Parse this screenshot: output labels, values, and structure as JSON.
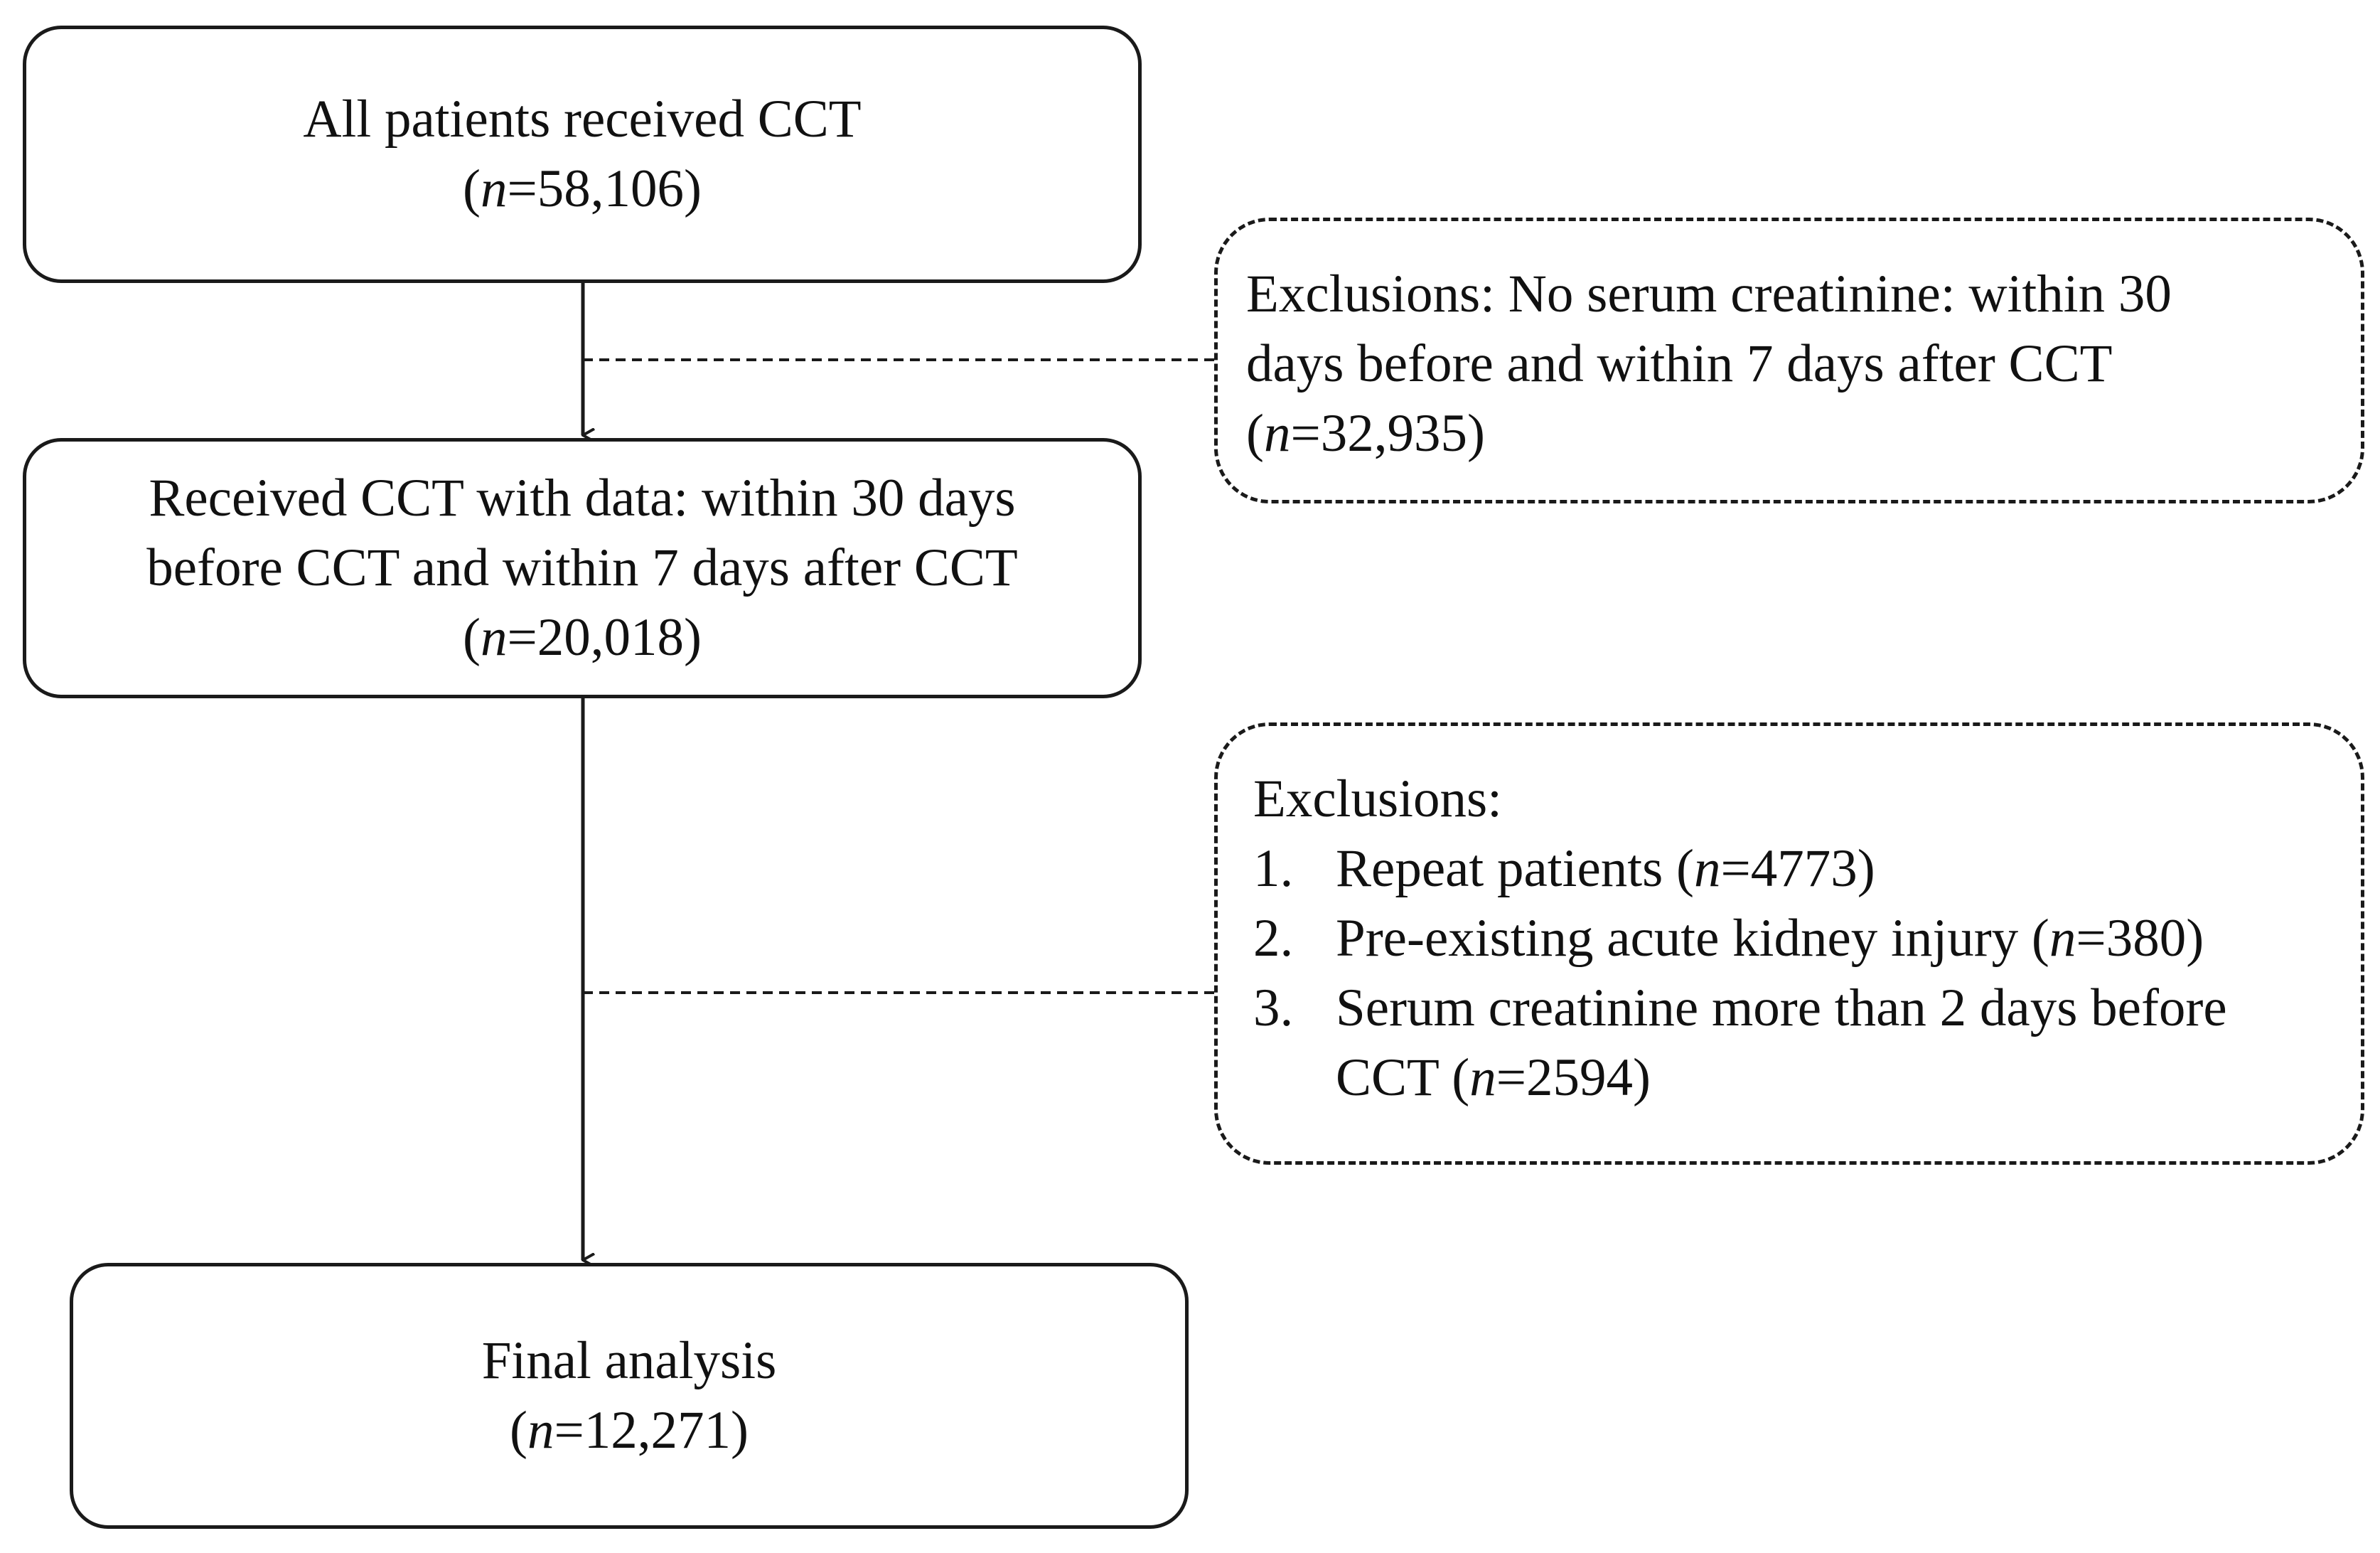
{
  "flow": {
    "all_patients": {
      "label": "All patients received CCT",
      "n_prefix": "(",
      "n_var": "n",
      "n_value": "=58,106)"
    },
    "exclusion_1": {
      "lines": [
        "Exclusions: No serum creatinine: within 30",
        "days before and within 7 days after CCT"
      ],
      "n_prefix": "(",
      "n_var": "n",
      "n_value": "=32,935)"
    },
    "received_with_data": {
      "lines": [
        "Received CCT with data: within 30 days",
        "before CCT and within 7 days after CCT"
      ],
      "n_prefix": "(",
      "n_var": "n",
      "n_value": "=20,018)"
    },
    "exclusion_2": {
      "heading": "Exclusions:",
      "items": [
        {
          "num": "1.",
          "text": "Repeat patients (",
          "n_var": "n",
          "n_value": "=4773)"
        },
        {
          "num": "2.",
          "text": "Pre-existing acute kidney injury (",
          "n_var": "n",
          "n_value": "=380)"
        },
        {
          "num": "3.",
          "text": "Serum creatinine more than 2 days before CCT (",
          "n_var": "n",
          "n_value": "=2594)"
        }
      ]
    },
    "final_analysis": {
      "label": "Final analysis",
      "n_prefix": "(",
      "n_var": "n",
      "n_value": "=12,271)"
    }
  }
}
